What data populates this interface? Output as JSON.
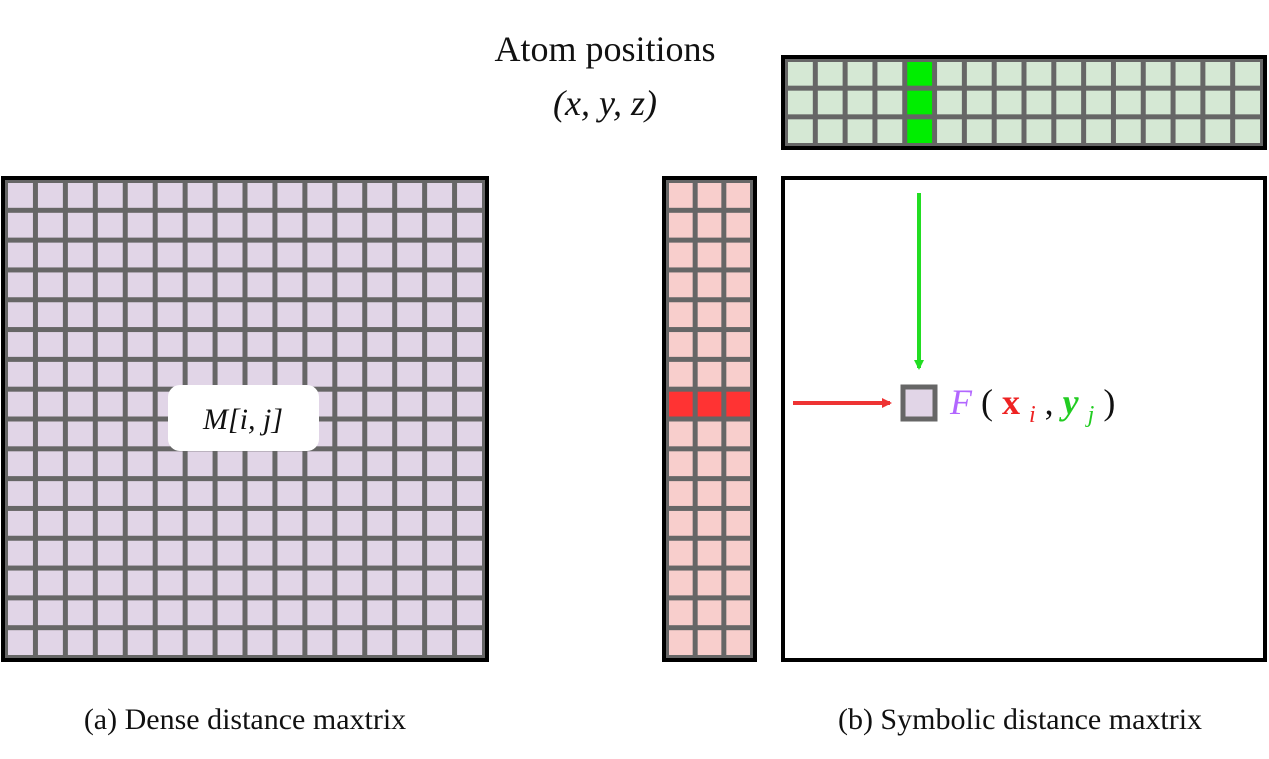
{
  "atom_positions": {
    "title": "Atom positions",
    "coords": "(x, y, z)"
  },
  "dense_matrix": {
    "cell_label": "M[i, j]"
  },
  "symbolic_matrix": {
    "formula_F": "F",
    "formula_open": "(",
    "formula_x": "x",
    "formula_x_sub": "i",
    "formula_comma": ", ",
    "formula_y": "y",
    "formula_y_sub": "j",
    "formula_close": ")"
  },
  "captions": {
    "a": "(a) Dense distance maxtrix",
    "b": "(b) Symbolic distance maxtrix"
  },
  "colors": {
    "dense_cell": "#e1d5e7",
    "grid_line": "#666666",
    "border": "#000000",
    "red_cell_light": "#f8cecc",
    "red_highlight": "#ff3333",
    "green_cell_light": "#d5e8d4",
    "green_highlight": "#00ee00",
    "arrow_red": "#ee3333",
    "arrow_green": "#22dd22",
    "formula_purple": "#b266ff",
    "formula_red": "#ee2222",
    "formula_green": "#22cc22"
  }
}
